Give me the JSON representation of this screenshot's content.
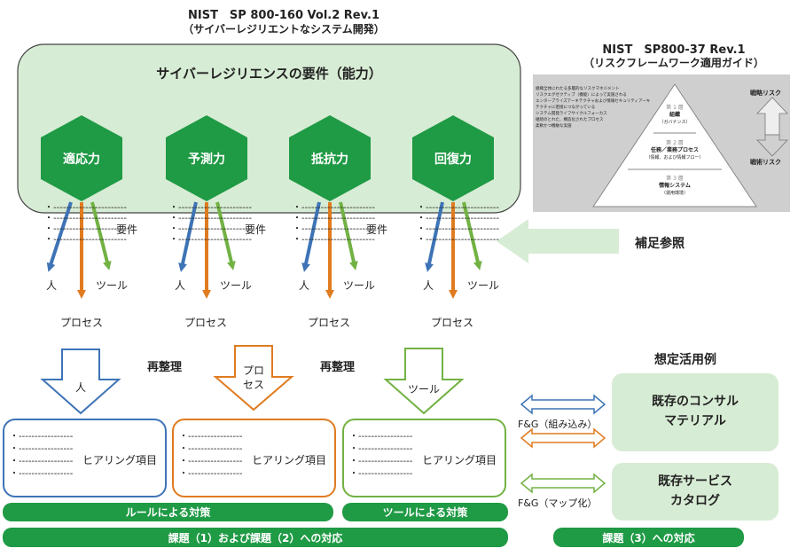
{
  "header": {
    "title1": "NIST　SP 800-160 Vol.2 Rev.1",
    "subtitle1": "（サイバーレジリエントなシステム開発）",
    "title2": "NIST　SP800-37 Rev.1",
    "subtitle2": "（リスクフレームワーク適用ガイド）"
  },
  "capability_box": {
    "title": "サイバーレジリエンスの要件（能力）",
    "capabilities": [
      "適応力",
      "予測力",
      "抵抗力",
      "回復力"
    ]
  },
  "requirement_block": {
    "bullet": "・",
    "dashes": "-----------------------",
    "requirement_label": "要件",
    "person": "人",
    "tool": "ツール",
    "process": "プロセス"
  },
  "hosoku": {
    "label": "補足参照"
  },
  "pyramid": {
    "bullets": [
      "組織全体にわたる多層的なリスクマネジメント",
      "リスクエグゼクティブ（機能）によって実施される",
      "エンタープライズアーキテクチャおよび情報セキュリティアーキテクチャに密接につながっている",
      "システム開発ライフサイクルフォーカス",
      "継続のとれた、構造化されたプロセス",
      "柔軟かつ機敏な実施"
    ],
    "tier1_label": "第 1 層",
    "tier1_name": "組織",
    "tier1_sub": "（ガバナンス）",
    "tier2_label": "第 2 層",
    "tier2_name": "任務／業務プロセス",
    "tier2_sub": "（情報、および情報フロー）",
    "tier3_label": "第 3 層",
    "tier3_name": "情報システム",
    "tier3_sub": "（運用環境）",
    "strategic_risk": "戦略リスク",
    "tactical_risk": "戦術リスク"
  },
  "reorg": {
    "label": "再整理",
    "arrows": [
      "人",
      "プロ\nセス",
      "ツール"
    ]
  },
  "hearing": {
    "item_label": "ヒアリング項目",
    "dashes": "-----------------"
  },
  "bars": {
    "rule": "ルールによる対策",
    "tool": "ツールによる対策",
    "issue12": "課題（1）および課題（2）への対応",
    "issue3": "課題（3）への対応"
  },
  "usage": {
    "title": "想定活用例",
    "consulting": "既存のコンサル\nマテリアル",
    "catalog": "既存サービス\nカタログ",
    "fg_embed": "F&G（組み込み）",
    "fg_map": "F&G（マップ化）"
  },
  "colors": {
    "green_dark": "#1f9a45",
    "green_light": "#d7ecd4",
    "blue": "#3e74b6",
    "orange": "#e07b20",
    "lime": "#72b244",
    "grey_panel": "#cfcfcf"
  }
}
